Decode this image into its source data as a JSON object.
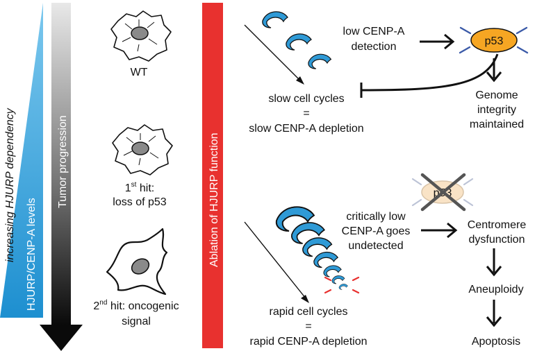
{
  "left": {
    "dependency_label": "increasing HJURP dependency",
    "levels_label": "HJURP/CENP-A levels",
    "progression_label": "Tumor progression"
  },
  "cells": {
    "wt": "WT",
    "hit1_prefix": "1",
    "hit1_sup": "st",
    "hit1_suffix": " hit:",
    "hit1_line2": "loss of p53",
    "hit2_prefix": "2",
    "hit2_sup": "nd",
    "hit2_suffix": " hit: oncogenic",
    "hit2_line2": "signal"
  },
  "ablation_label": "Ablation of HJURP function",
  "top_pathway": {
    "detection_line1": "low CENP-A",
    "detection_line2": "detection",
    "p53": "p53",
    "outcome_line1": "Genome",
    "outcome_line2": "integrity",
    "outcome_line3": "maintained",
    "cycles_line1": "slow cell cycles",
    "cycles_eq": "=",
    "cycles_line3": "slow CENP-A depletion"
  },
  "bottom_pathway": {
    "undetected_line1": "critically low",
    "undetected_line2": "CENP-A goes",
    "undetected_line3": "undetected",
    "p53_crossed": "p53",
    "centromere_line1": "Centromere",
    "centromere_line2": "dysfunction",
    "aneuploidy": "Aneuploidy",
    "apoptosis": "Apoptosis",
    "cycles_line1": "rapid cell cycles",
    "cycles_eq": "=",
    "cycles_line3": "rapid CENP-A depletion"
  },
  "colors": {
    "blue": "#2f9ad6",
    "red": "#e8312f",
    "p53_fill": "#f6a623",
    "p53_faded": "#f9e3c6",
    "ray_blue": "#3b5aa8",
    "ray_faded": "#bcc3d6"
  }
}
